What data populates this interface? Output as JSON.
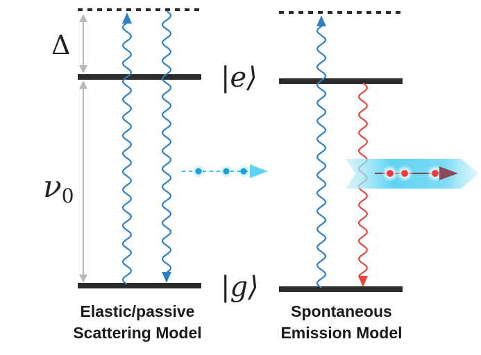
{
  "labels": {
    "delta": "Δ",
    "nu": "ν",
    "nu_subscript": "0",
    "ket_e": "|e⟩",
    "ket_g": "|g⟩"
  },
  "captions": {
    "left": [
      "Elastic/passive",
      "Scattering Model"
    ],
    "right": [
      "Spontaneous",
      "Emission Model"
    ]
  },
  "colors": {
    "level": "#2b2b2b",
    "blue_photon": "#2f7fc4",
    "red_photon": "#e8453c",
    "gray_arrow": "#b9b9b9",
    "cyan": "#38c6ec",
    "red_dot": "#ef3b3b"
  }
}
